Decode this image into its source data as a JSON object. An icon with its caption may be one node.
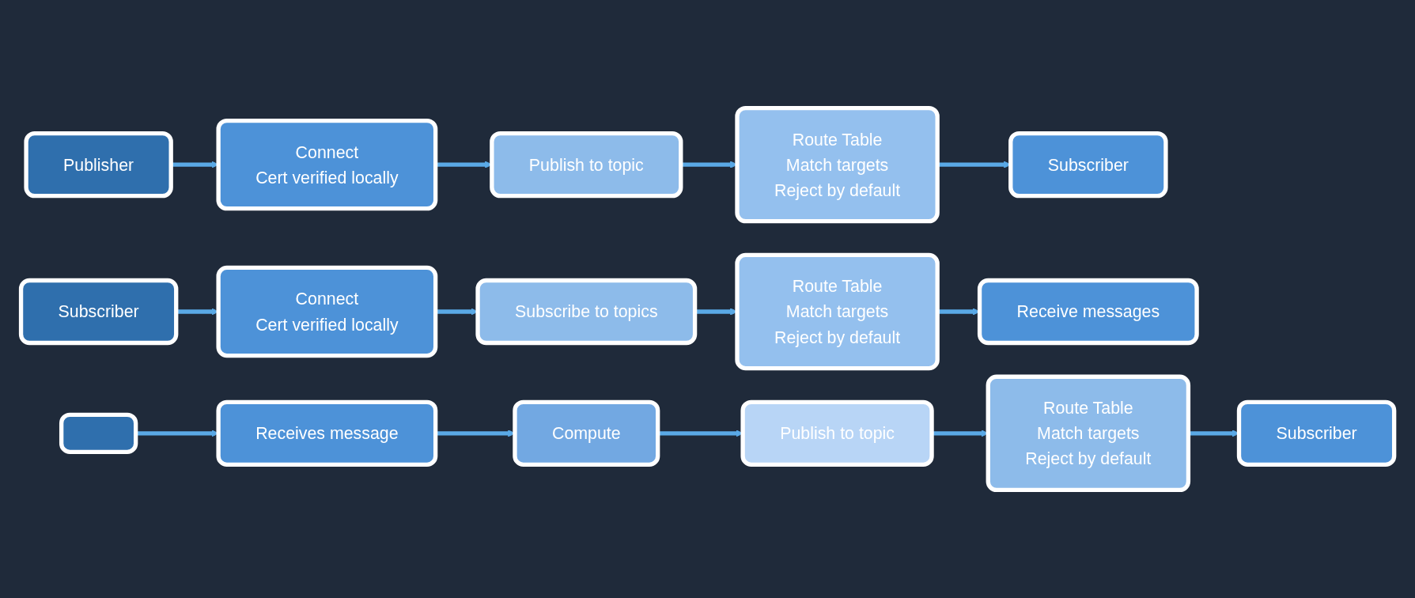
{
  "diagram": {
    "nodes": [
      {
        "text": [
          "Publisher"
        ]
      },
      {
        "text": [
          "Connect",
          "Cert verified locally"
        ]
      },
      {
        "text": [
          "Publish to topic"
        ]
      },
      {
        "text": [
          "Route Table",
          "Match targets",
          "Reject by default"
        ]
      },
      {
        "text": [
          "Subscriber"
        ]
      },
      {
        "text": [
          "Subscriber"
        ]
      },
      {
        "text": [
          "Connect",
          "Cert verified locally"
        ]
      },
      {
        "text": [
          "Subscribe to topics"
        ]
      },
      {
        "text": [
          "Route Table",
          "Match targets",
          "Reject by default"
        ]
      },
      {
        "text": [
          "Receive messages"
        ]
      },
      {
        "text": [],
        "shape": "box"
      },
      {
        "text": [
          "Receives message"
        ]
      },
      {
        "text": [
          "Compute"
        ]
      },
      {
        "text": [
          "Publish to topic"
        ]
      },
      {
        "text": [
          "Route Table",
          "Match targets",
          "Reject by default"
        ]
      },
      {
        "text": [
          "Subscriber"
        ]
      }
    ],
    "edges": [
      {
        "from": 0,
        "to": 1,
        "arrow": "to"
      },
      {
        "from": 1,
        "to": 2,
        "arrow": "to"
      },
      {
        "from": 2,
        "to": 3,
        "arrow": "to"
      },
      {
        "from": 3,
        "to": 4,
        "arrow": "to"
      },
      {
        "from": 5,
        "to": 6,
        "arrow": "to"
      },
      {
        "from": 6,
        "to": 7,
        "arrow": "to"
      },
      {
        "from": 7,
        "to": 8,
        "arrow": "to"
      },
      {
        "from": 8,
        "to": 9,
        "arrow": "to"
      },
      {
        "from": 10,
        "to": 11,
        "arrow": "to"
      },
      {
        "from": 11,
        "to": 12,
        "arrow": "to"
      },
      {
        "from": 12,
        "to": 13,
        "arrow": "to"
      },
      {
        "from": 13,
        "to": 14,
        "arrow": "to"
      },
      {
        "from": 14,
        "to": 15,
        "arrow": "to"
      }
    ]
  }
}
